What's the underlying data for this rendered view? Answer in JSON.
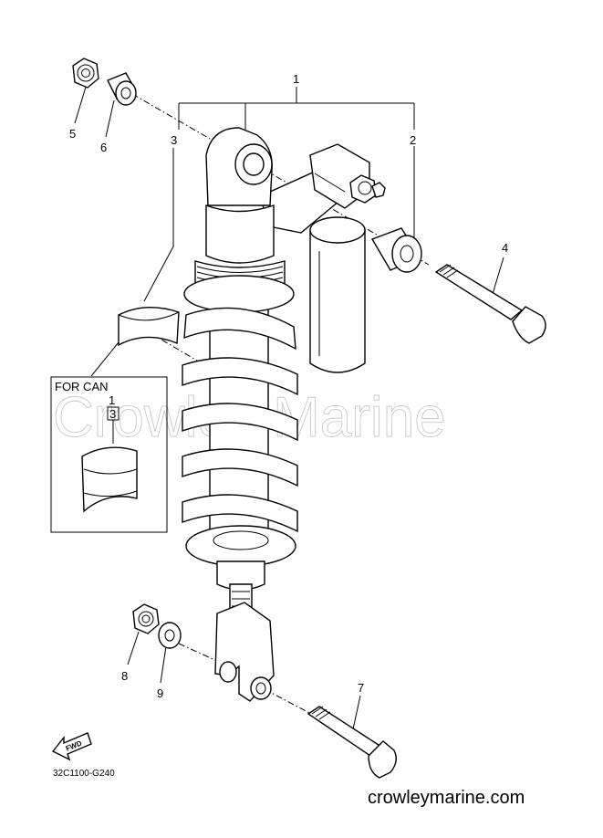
{
  "callouts": {
    "c1": "1",
    "c2": "2",
    "c3": "3",
    "c4": "4",
    "c5": "5",
    "c6": "6",
    "c7": "7",
    "c8": "8",
    "c9": "9"
  },
  "inset": {
    "title": "FOR CAN",
    "ref_top": "1",
    "ref_bottom": "3"
  },
  "fwd_label": "FWD",
  "diagram_code": "32C1100-G240",
  "watermark": "Crowley Marine",
  "site_url": "crowleymarine.com"
}
